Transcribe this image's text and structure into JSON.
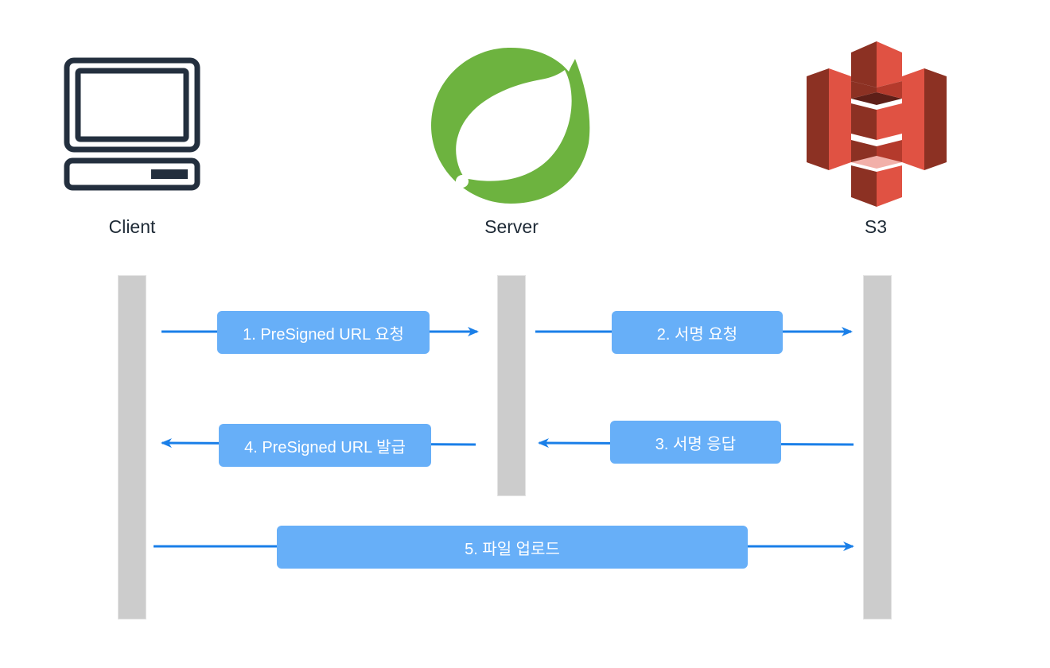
{
  "actors": {
    "client": {
      "label": "Client",
      "icon": "computer-icon"
    },
    "server": {
      "label": "Server",
      "icon": "spring-leaf-icon"
    },
    "s3": {
      "label": "S3",
      "icon": "aws-s3-icon"
    }
  },
  "messages": [
    {
      "label": "1. PreSigned URL 요청",
      "from": "client",
      "to": "server"
    },
    {
      "label": "2. 서명 요청",
      "from": "server",
      "to": "s3"
    },
    {
      "label": "3. 서명 응답",
      "from": "s3",
      "to": "server"
    },
    {
      "label": "4. PreSigned URL 발급",
      "from": "server",
      "to": "client"
    },
    {
      "label": "5. 파일 업로드",
      "from": "client",
      "to": "s3"
    }
  ],
  "colors": {
    "arrow": "#1a7fe8",
    "message_box": "#67aff8",
    "lifeline": "#cccccc",
    "spring_green": "#6db33f",
    "s3_red": "#e05243",
    "computer_dark": "#232f3e"
  }
}
